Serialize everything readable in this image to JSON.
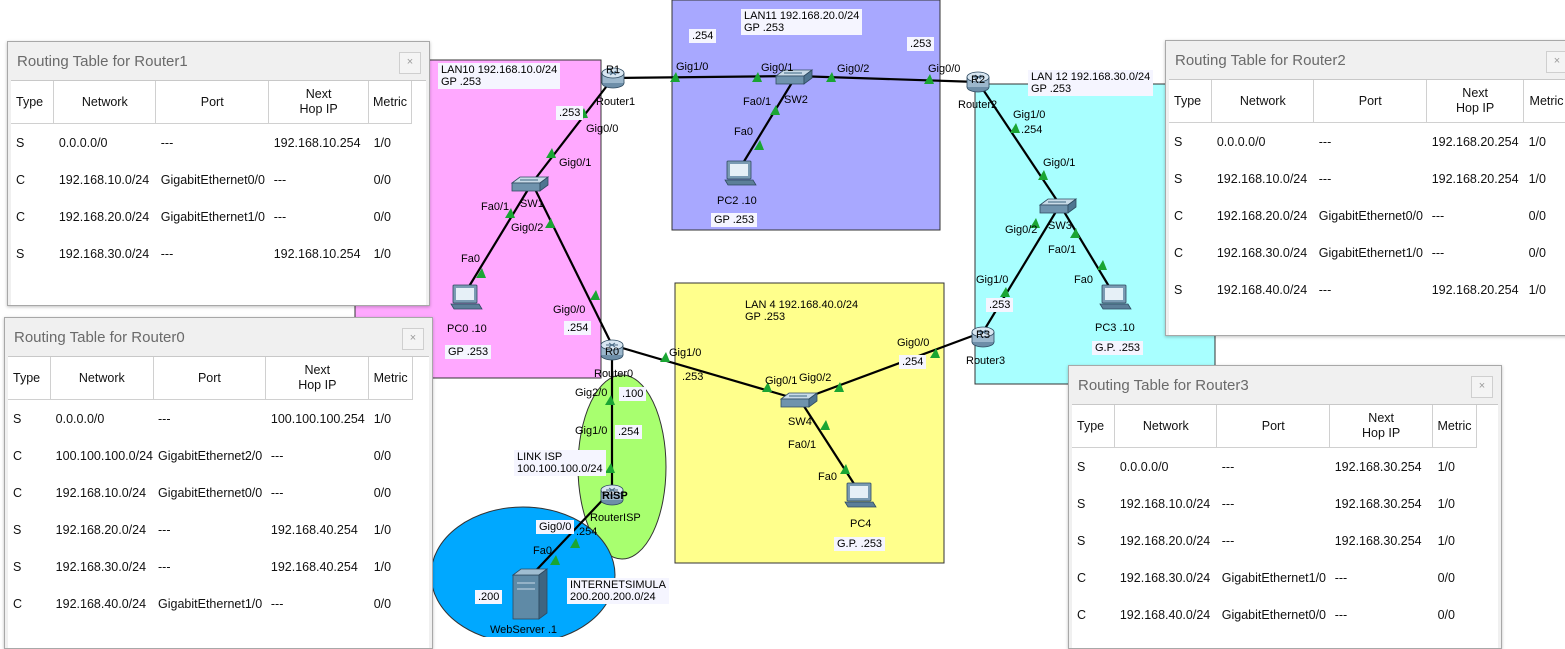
{
  "colors": {
    "lan10": "#ffa8ff",
    "lan11": "#a8a8ff",
    "lan12": "#a8ffff",
    "lan4": "#ffff8c",
    "isp_link": "#a8ff6f",
    "internet": "#00a8ff"
  },
  "labels": {
    "lan10": {
      "line1": "LAN10 192.168.10.0/24",
      "line2": "GP .253"
    },
    "lan11": {
      "line1": "LAN11 192.168.20.0/24",
      "line2": "GP .253"
    },
    "lan12": {
      "line1": "LAN 12 192.168.30.0/24",
      "line2": "GP .253"
    },
    "lan4": {
      "line1": "LAN 4 192.168.40.0/24",
      "line2": "GP .253"
    },
    "link_isp": {
      "line1": "LINK ISP",
      "line2": "100.100.100.0/24"
    },
    "internet": {
      "line1": "INTERNETSIMULA",
      "line2": "200.200.200.0/24"
    }
  },
  "devices": {
    "r1": {
      "badge": "R1",
      "name": "Router1"
    },
    "r0": {
      "badge": "R0",
      "name": "Router0"
    },
    "r2": {
      "badge": "R2",
      "name": "Router2"
    },
    "r3": {
      "badge": "R3",
      "name": "Router3"
    },
    "risp": {
      "badge": "RISP",
      "name": "RouterISP"
    },
    "sw1": {
      "name": "SW1"
    },
    "sw2": {
      "name": "SW2"
    },
    "sw3": {
      "name": "SW3"
    },
    "sw4": {
      "name": "SW4"
    },
    "pc0": {
      "name": "PC0 .10",
      "gp": "GP .253"
    },
    "pc2": {
      "name": "PC2 .10",
      "gp": "GP .253"
    },
    "pc3": {
      "name": "PC3 .10",
      "gp": "G.P. .253"
    },
    "pc4": {
      "name": "PC4",
      "gp": "G.P. .253"
    },
    "webserver": {
      "name": "WebServer .1",
      "ip": ".200"
    }
  },
  "ports": {
    "r1_gig10": "Gig1/0",
    "r1_gig00": "Gig0/0",
    "r1_253": ".253",
    "lan11_254": ".254",
    "lan11_253": ".253",
    "sw2_gig01": "Gig0/1",
    "sw2_gig02": "Gig0/2",
    "sw2_fa01": "Fa0/1",
    "pc2_fa0": "Fa0",
    "r2_gig00": "Gig0/0",
    "r2_gig10": "Gig1/0",
    "r2_254": ".254",
    "sw3_gig01": "Gig0/1",
    "sw3_gig02": "Gig0/2",
    "sw3_fa01": "Fa0/1",
    "pc3_fa0": "Fa0",
    "sw1_gig01": "Gig0/1",
    "sw1_fa01": "Fa0/1",
    "sw1_gig02": "Gig0/2",
    "pc0_fa0": "Fa0",
    "r0_gig00": "Gig0/0",
    "r0_254": ".254",
    "r0_gig10": "Gig1/0",
    "r0_253": ".253",
    "r0_gig20": "Gig2/0",
    "r0_100": ".100",
    "risp_gig10": "Gig1/0",
    "risp_254": ".254",
    "risp_gig00": "Gig0/0",
    "risp_254b": ".254",
    "web_fa0": "Fa0",
    "sw4_gig01": "Gig0/1",
    "sw4_gig02": "Gig0/2",
    "sw4_fa01": "Fa0/1",
    "pc4_fa0": "Fa0",
    "r3_gig00": "Gig0/0",
    "r3_254": ".254",
    "r3_gig10": "Gig1/0",
    "r3_253": ".253"
  },
  "routing_tables": [
    {
      "title": "Routing Table for Router1",
      "close": "×",
      "headers": [
        "Type",
        "Network",
        "Port",
        "Next\nHop IP",
        "Metric"
      ],
      "rows": [
        [
          "S",
          "0.0.0.0/0",
          "---",
          "192.168.10.254",
          "1/0"
        ],
        [
          "C",
          "192.168.10.0/24",
          "GigabitEthernet0/0",
          "---",
          "0/0"
        ],
        [
          "C",
          "192.168.20.0/24",
          "GigabitEthernet1/0",
          "---",
          "0/0"
        ],
        [
          "S",
          "192.168.30.0/24",
          "---",
          "192.168.10.254",
          "1/0"
        ]
      ]
    },
    {
      "title": "Routing Table for Router0",
      "close": "×",
      "headers": [
        "Type",
        "Network",
        "Port",
        "Next\nHop IP",
        "Metric"
      ],
      "rows": [
        [
          "S",
          "0.0.0.0/0",
          "---",
          "100.100.100.254",
          "1/0"
        ],
        [
          "C",
          "100.100.100.0/24",
          "GigabitEthernet2/0",
          "---",
          "0/0"
        ],
        [
          "C",
          "192.168.10.0/24",
          "GigabitEthernet0/0",
          "---",
          "0/0"
        ],
        [
          "S",
          "192.168.20.0/24",
          "---",
          "192.168.40.254",
          "1/0"
        ],
        [
          "S",
          "192.168.30.0/24",
          "---",
          "192.168.40.254",
          "1/0"
        ],
        [
          "C",
          "192.168.40.0/24",
          "GigabitEthernet1/0",
          "---",
          "0/0"
        ]
      ]
    },
    {
      "title": "Routing Table for Router2",
      "close": "×",
      "headers": [
        "Type",
        "Network",
        "Port",
        "Next\nHop IP",
        "Metric"
      ],
      "rows": [
        [
          "S",
          "0.0.0.0/0",
          "---",
          "192.168.20.254",
          "1/0"
        ],
        [
          "S",
          "192.168.10.0/24",
          "---",
          "192.168.20.254",
          "1/0"
        ],
        [
          "C",
          "192.168.20.0/24",
          "GigabitEthernet0/0",
          "---",
          "0/0"
        ],
        [
          "C",
          "192.168.30.0/24",
          "GigabitEthernet1/0",
          "---",
          "0/0"
        ],
        [
          "S",
          "192.168.40.0/24",
          "---",
          "192.168.20.254",
          "1/0"
        ]
      ]
    },
    {
      "title": "Routing Table for Router3",
      "close": "×",
      "headers": [
        "Type",
        "Network",
        "Port",
        "Next\nHop IP",
        "Metric"
      ],
      "rows": [
        [
          "S",
          "0.0.0.0/0",
          "---",
          "192.168.30.254",
          "1/0"
        ],
        [
          "S",
          "192.168.10.0/24",
          "---",
          "192.168.30.254",
          "1/0"
        ],
        [
          "S",
          "192.168.20.0/24",
          "---",
          "192.168.30.254",
          "1/0"
        ],
        [
          "C",
          "192.168.30.0/24",
          "GigabitEthernet1/0",
          "---",
          "0/0"
        ],
        [
          "C",
          "192.168.40.0/24",
          "GigabitEthernet0/0",
          "---",
          "0/0"
        ]
      ]
    }
  ]
}
